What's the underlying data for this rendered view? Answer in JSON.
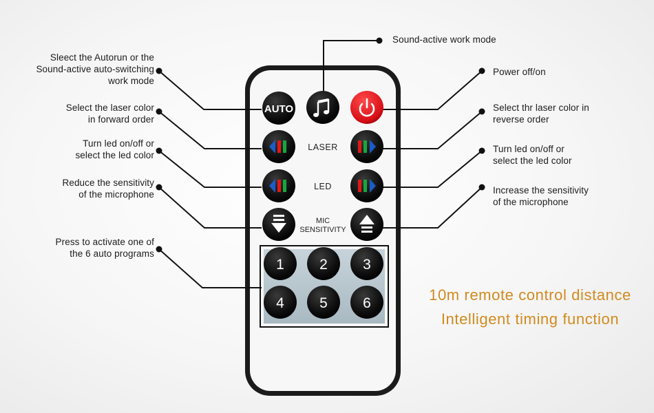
{
  "remote": {
    "auto_label": "AUTO",
    "laser_label": "LASER",
    "led_label": "LED",
    "mic_label_line1": "MIC",
    "mic_label_line2": "SENSITIVITY",
    "numbers": [
      "1",
      "2",
      "3",
      "4",
      "5",
      "6"
    ]
  },
  "callouts": {
    "autorun": [
      "Sleect the Autorun or the",
      "Sound-active auto-switching",
      "work mode"
    ],
    "sound_active": [
      "Sound-active work mode"
    ],
    "power": [
      "Power off/on"
    ],
    "laser_forward": [
      "Select the laser color",
      "in forward order"
    ],
    "laser_reverse": [
      "Select thr laser color in",
      "reverse order"
    ],
    "led_left": [
      "Turn led on/off or",
      "select the led color"
    ],
    "led_right": [
      "Turn led on/off or",
      "select the led color"
    ],
    "mic_down": [
      "Reduce the sensitivity",
      "of the microphone"
    ],
    "mic_up": [
      "Increase the sensitivity",
      "of the microphone"
    ],
    "programs": [
      "Press to activate one of",
      "the 6 auto programs"
    ]
  },
  "promo": {
    "line1": "10m remote control distance",
    "line2": "Intelligent timing function"
  },
  "colors": {
    "promo_text": "#d28a1e",
    "button_black": "#111111",
    "power_red": "#e0141c",
    "arrow_blue": "#1a5cc8",
    "bar_red": "#e01818",
    "bar_green": "#16a83c"
  }
}
